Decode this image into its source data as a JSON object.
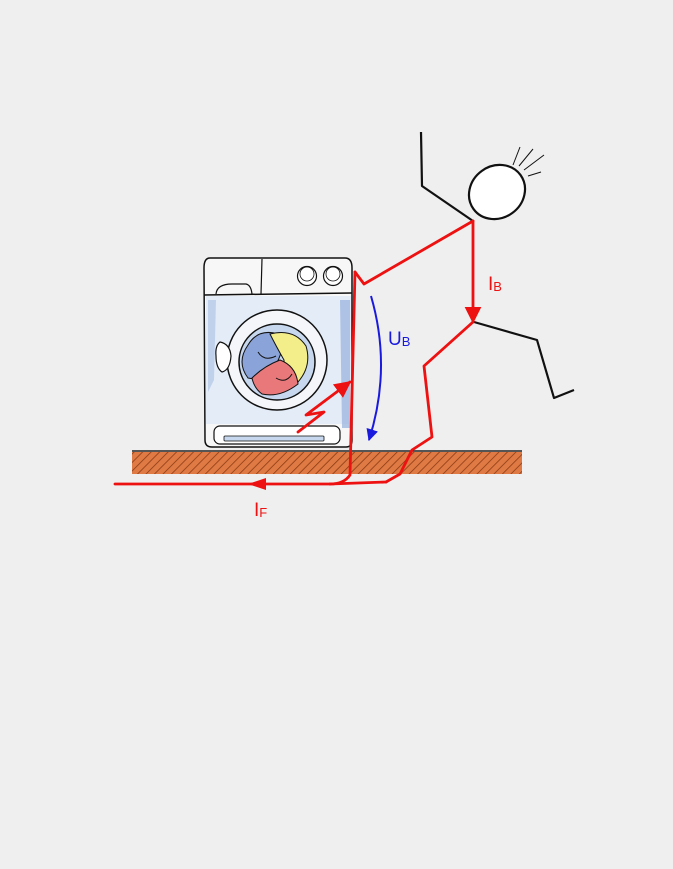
{
  "labels": {
    "body_current": {
      "main": "I",
      "sub": "B"
    },
    "touch_voltage": {
      "main": "U",
      "sub": "B"
    },
    "fault_current": {
      "main": "I",
      "sub": "F"
    }
  },
  "colors": {
    "background": "#efefef",
    "current_path": "#ee1111",
    "voltage": "#1a1adf",
    "figure": "#111111",
    "ground_fill": "#e07a45",
    "ground_hatch": "#8a3a12",
    "laundry_blue": "#8aa3d8",
    "laundry_yellow": "#f3ee8a",
    "laundry_red": "#e8787a",
    "machine_glass": "#c7d8ee"
  },
  "icons": [
    "washing-machine-icon",
    "stick-figure-person",
    "ground-hatch"
  ]
}
